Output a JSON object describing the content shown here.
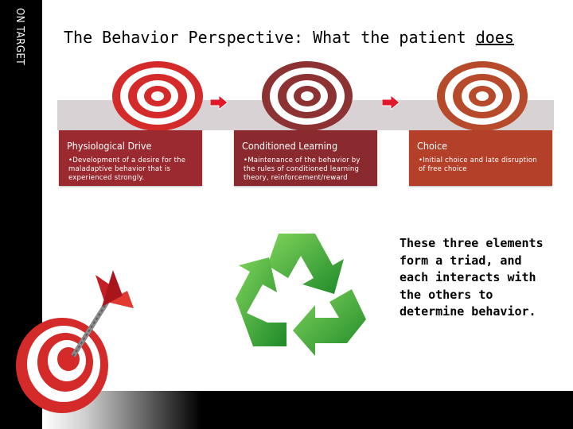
{
  "sidebar": {
    "label": "ON TARGET"
  },
  "slide": {
    "title_main": "The Behavior Perspective: What the patient ",
    "title_emphasis": "does",
    "steps": [
      {
        "title": "Physiological Drive",
        "text": "•Development of a desire for the maladaptive behavior that is experienced strongly."
      },
      {
        "title": "Conditioned Learning",
        "text": "•Maintenance of the behavior by the rules of conditioned learning theory, reinforcement/reward"
      },
      {
        "title": "Choice",
        "text": "•Initial choice and late disruption of free choice"
      }
    ],
    "triad_text": "These three elements form a triad, and each interacts with the others to determine behavior."
  },
  "colors": {
    "card_1": "#9b2a30",
    "card_2": "#8a2a2e",
    "card_3": "#b5402a",
    "target_1": "#d42a2a",
    "target_2": "#8c3232",
    "target_3": "#b74a2a",
    "recycle_green": "#3aa63a",
    "arrow_red": "#e0182a"
  },
  "icons": [
    "target-icon",
    "arrow-right-icon",
    "recycle-icon",
    "dart-target-icon"
  ]
}
